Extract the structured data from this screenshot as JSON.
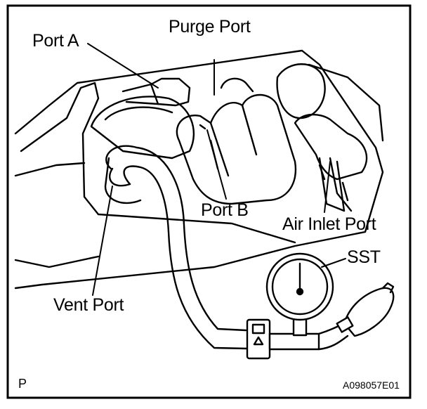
{
  "labels": {
    "purge_port": "Purge Port",
    "port_a": "Port A",
    "port_b": "Port B",
    "air_inlet_port": "Air Inlet Port",
    "sst": "SST",
    "vent_port": "Vent Port",
    "corner_letter": "P",
    "figure_code": "A098057E01"
  },
  "colors": {
    "ink": "#000000",
    "paper": "#ffffff"
  }
}
